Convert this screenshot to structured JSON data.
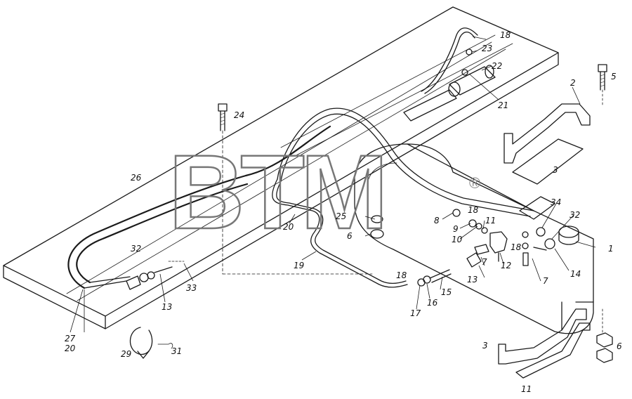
{
  "watermark": {
    "text": "BTM",
    "mark": "®"
  },
  "callouts": [
    {
      "label": "1"
    },
    {
      "label": "2"
    },
    {
      "label": "3"
    },
    {
      "label": "3"
    },
    {
      "label": "5"
    },
    {
      "label": "6"
    },
    {
      "label": "6"
    },
    {
      "label": "7"
    },
    {
      "label": "7"
    },
    {
      "label": "8"
    },
    {
      "label": "9"
    },
    {
      "label": "10"
    },
    {
      "label": "11"
    },
    {
      "label": "11"
    },
    {
      "label": "12"
    },
    {
      "label": "13"
    },
    {
      "label": "13"
    },
    {
      "label": "14"
    },
    {
      "label": "15"
    },
    {
      "label": "16"
    },
    {
      "label": "17"
    },
    {
      "label": "18"
    },
    {
      "label": "18"
    },
    {
      "label": "18"
    },
    {
      "label": "18"
    },
    {
      "label": "19"
    },
    {
      "label": "20"
    },
    {
      "label": "20"
    },
    {
      "label": "21"
    },
    {
      "label": "22"
    },
    {
      "label": "23"
    },
    {
      "label": "24"
    },
    {
      "label": "25"
    },
    {
      "label": "26"
    },
    {
      "label": "27"
    },
    {
      "label": "29"
    },
    {
      "label": "31"
    },
    {
      "label": "32"
    },
    {
      "label": "32"
    },
    {
      "label": "33"
    },
    {
      "label": "34"
    }
  ]
}
